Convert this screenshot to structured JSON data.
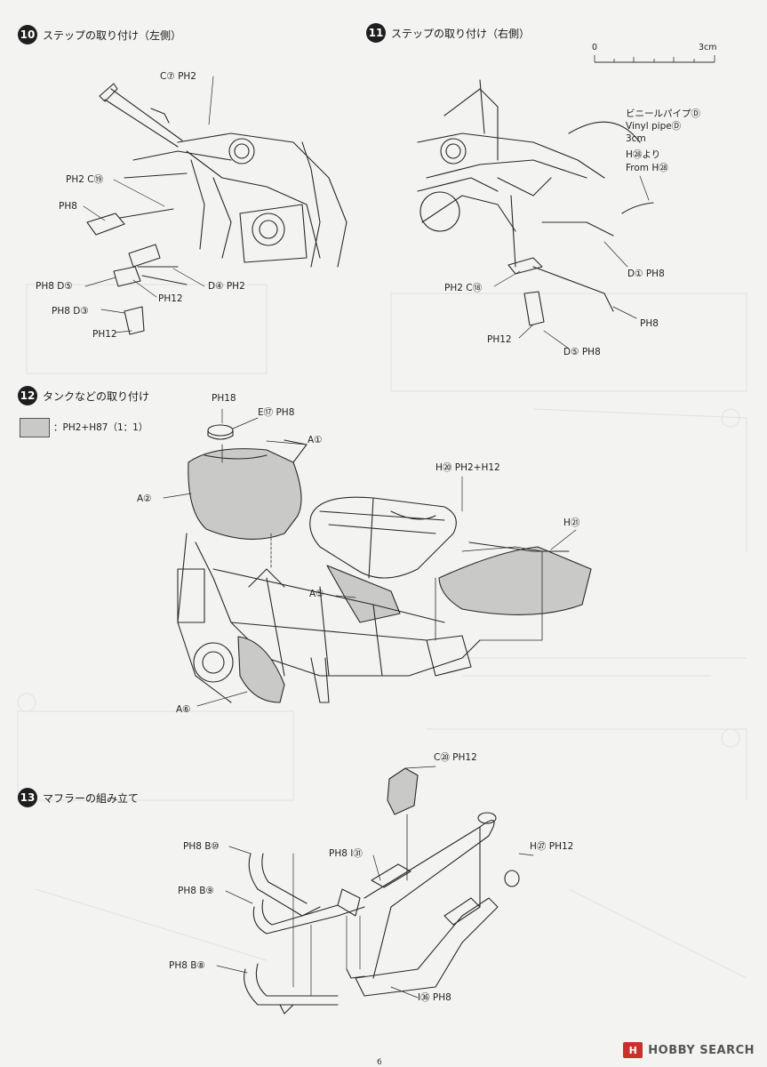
{
  "steps": [
    {
      "number": "10",
      "title": "ステップの取り付け（左側）"
    },
    {
      "number": "11",
      "title": "ステップの取り付け（右側）"
    },
    {
      "number": "12",
      "title": "タンクなどの取り付け"
    },
    {
      "number": "13",
      "title": "マフラーの組み立て"
    }
  ],
  "scale": {
    "start": "0",
    "end": "3cm"
  },
  "vinyl": {
    "ja": "ビニールパイプⒹ",
    "en": "Vinyl pipeⒹ",
    "length": "3cm",
    "from_ja": "H㉘より",
    "from_en": "From H㉘"
  },
  "legend": {
    "text": "：PH2+H87（1：1）"
  },
  "labels10": {
    "c7": "C⑦ PH2",
    "c19": "PH2 C⑲",
    "ph8a": "PH8",
    "d5": "PH8 D⑤",
    "ph12a": "PH12",
    "d4": "D④ PH2",
    "d3": "PH8 D③",
    "ph12b": "PH12"
  },
  "labels11": {
    "d1": "D① PH8",
    "c18": "PH2 C⑱",
    "ph8": "PH8",
    "ph12": "PH12",
    "d5": "D⑤ PH8"
  },
  "labels12": {
    "ph18": "PH18",
    "e17": "E⑰ PH8",
    "a1": "A①",
    "a2": "A②",
    "h20": "H⑳ PH2+H12",
    "h21": "H㉑",
    "a5": "A⑤",
    "a6": "A⑥"
  },
  "labels13": {
    "c20": "C⑳ PH12",
    "b10": "PH8 B⑩",
    "i31": "PH8 I㉛",
    "h27": "H㉗ PH12",
    "b9": "PH8 B⑨",
    "b8": "PH8 B⑧",
    "i36": "I㊱ PH8"
  },
  "watermark": {
    "logo": "H",
    "text": "HOBBY SEARCH"
  },
  "page_number": "6"
}
